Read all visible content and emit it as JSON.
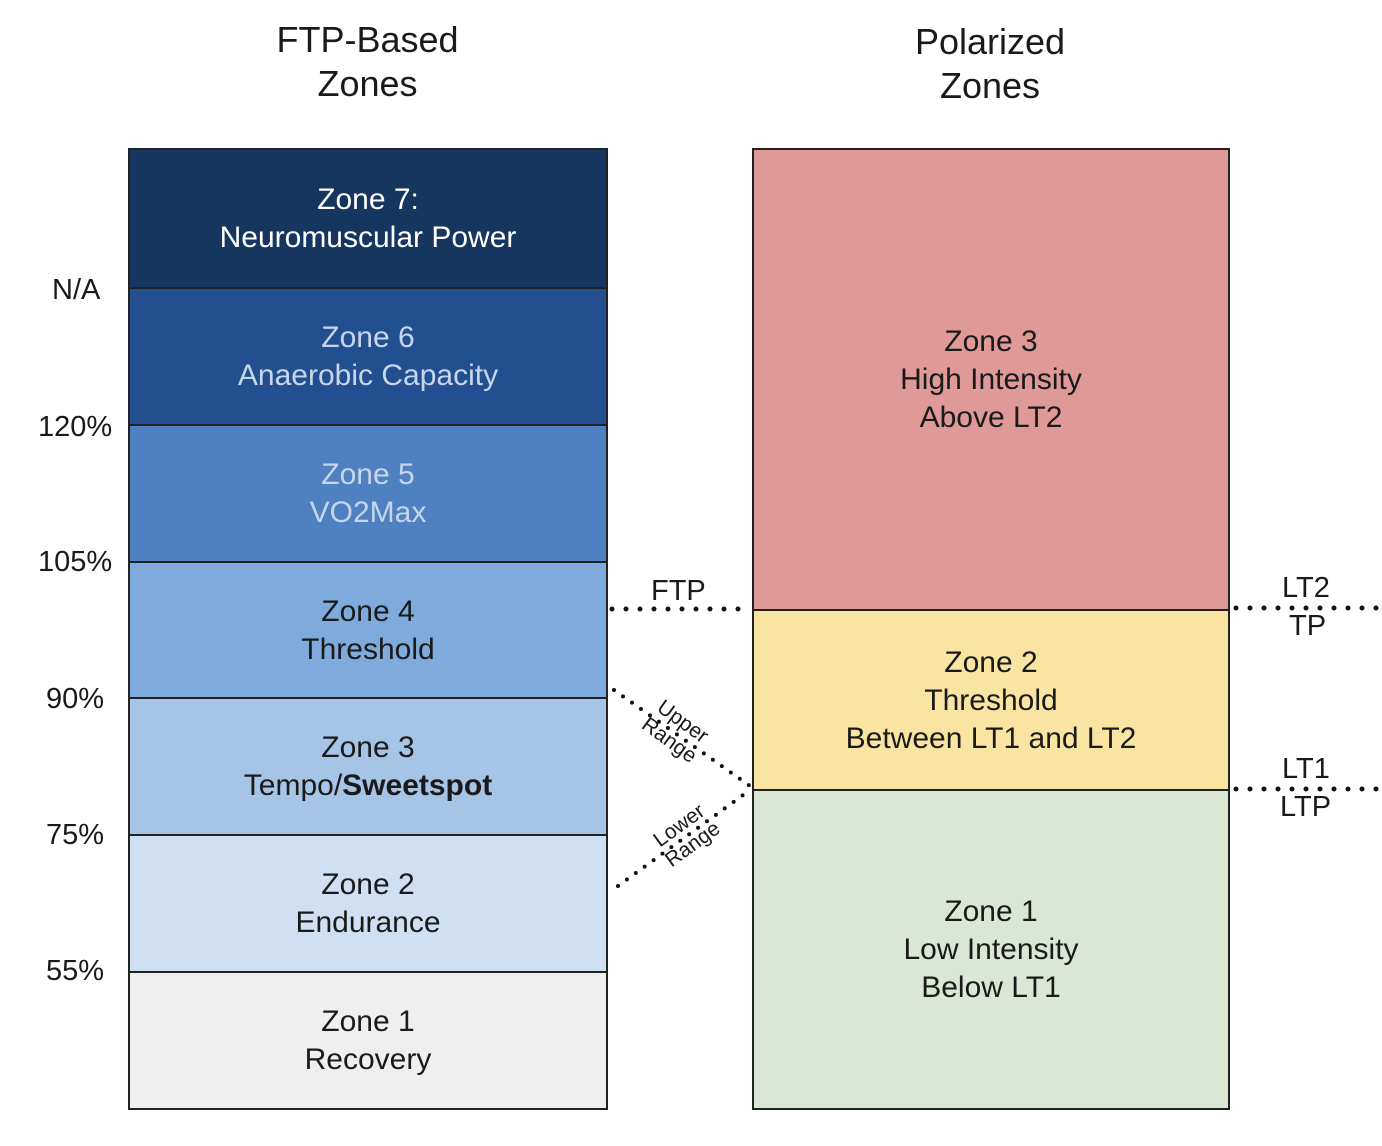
{
  "titles": {
    "ftp": {
      "line1": "FTP-Based",
      "line2": "Zones"
    },
    "polarized": {
      "line1": "Polarized",
      "line2": "Zones"
    }
  },
  "ftp_zones": [
    {
      "line1": "Zone 7:",
      "line2": "Neuromuscular Power",
      "bold_part": "",
      "bg": "#16355f",
      "fg": "#ffffff"
    },
    {
      "line1": "Zone 6",
      "line2": "Anaerobic Capacity",
      "bold_part": "",
      "bg": "#224f8f",
      "fg": "#c7d6ea"
    },
    {
      "line1": "Zone 5",
      "line2": "VO2Max",
      "bold_part": "",
      "bg": "#4f81c2",
      "fg": "#c6d6ea"
    },
    {
      "line1": "Zone 4",
      "line2": "Threshold",
      "bold_part": "",
      "bg": "#7eaadc",
      "fg": "#1a1a1a"
    },
    {
      "line1": "Zone 3",
      "line2": "Tempo/",
      "bold_part": "Sweetspot",
      "bg": "#a6c4e6",
      "fg": "#1a1a1a"
    },
    {
      "line1": "Zone 2",
      "line2": "Endurance",
      "bold_part": "",
      "bg": "#cfe0f2",
      "fg": "#1a1a1a"
    },
    {
      "line1": "Zone 1",
      "line2": "Recovery",
      "bold_part": "",
      "bg": "#efefef",
      "fg": "#1a1a1a"
    }
  ],
  "ftp_thresholds": [
    "N/A",
    "120%",
    "105%",
    "90%",
    "75%",
    "55%"
  ],
  "polarized_zones": [
    {
      "line1": "Zone 3",
      "line2": "High Intensity",
      "line3": "Above LT2",
      "bg": "#df9a98",
      "fg": "#1a1a1a"
    },
    {
      "line1": "Zone 2",
      "line2": "Threshold",
      "line3": "Between LT1 and LT2",
      "bg": "#f9e5a1",
      "fg": "#1a1a1a"
    },
    {
      "line1": "Zone 1",
      "line2": "Low Intensity",
      "line3": "Below LT1",
      "bg": "#dae7d4",
      "fg": "#1a1a1a"
    }
  ],
  "markers": {
    "ftp": "FTP",
    "lt2": "LT2",
    "tp": "TP",
    "lt1": "LT1",
    "ltp": "LTP"
  },
  "range_labels": {
    "upper": {
      "line1": "Upper",
      "line2": "Range"
    },
    "lower": {
      "line1": "Lower",
      "line2": "Range"
    }
  }
}
